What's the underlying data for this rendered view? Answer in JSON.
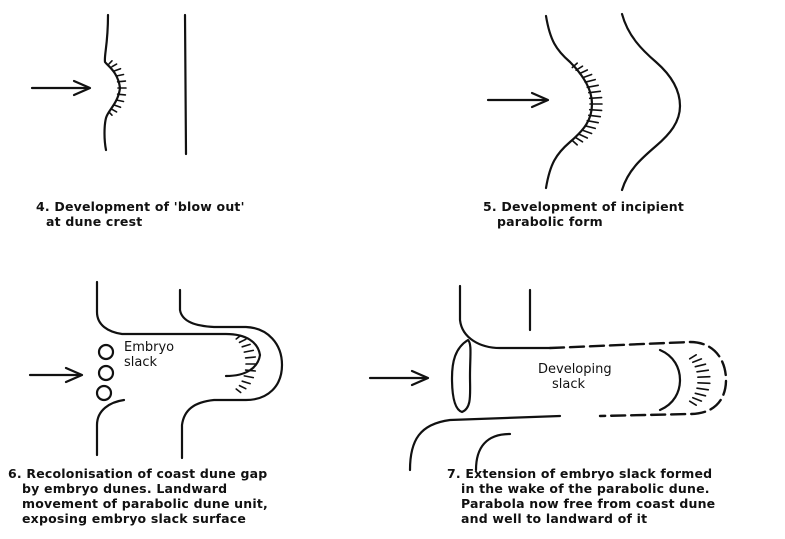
{
  "panels": [
    {
      "id": "4",
      "caption": [
        "4. Development of 'blow out'",
        "at dune crest"
      ]
    },
    {
      "id": "5",
      "caption": [
        "5. Development of incipient",
        "parabolic form"
      ]
    },
    {
      "id": "6",
      "label": [
        "Embryo",
        "slack"
      ],
      "caption": [
        "6. Recolonisation of coast dune gap",
        "by embryo dunes.  Landward",
        "movement of parabolic dune unit,",
        "exposing embryo slack surface"
      ]
    },
    {
      "id": "7",
      "label": [
        "Developing",
        "slack"
      ],
      "caption": [
        "7. Extension of embryo slack formed",
        "in the wake of the parabolic dune.",
        "Parabola now free from coast dune",
        "and well to landward of it"
      ]
    }
  ]
}
